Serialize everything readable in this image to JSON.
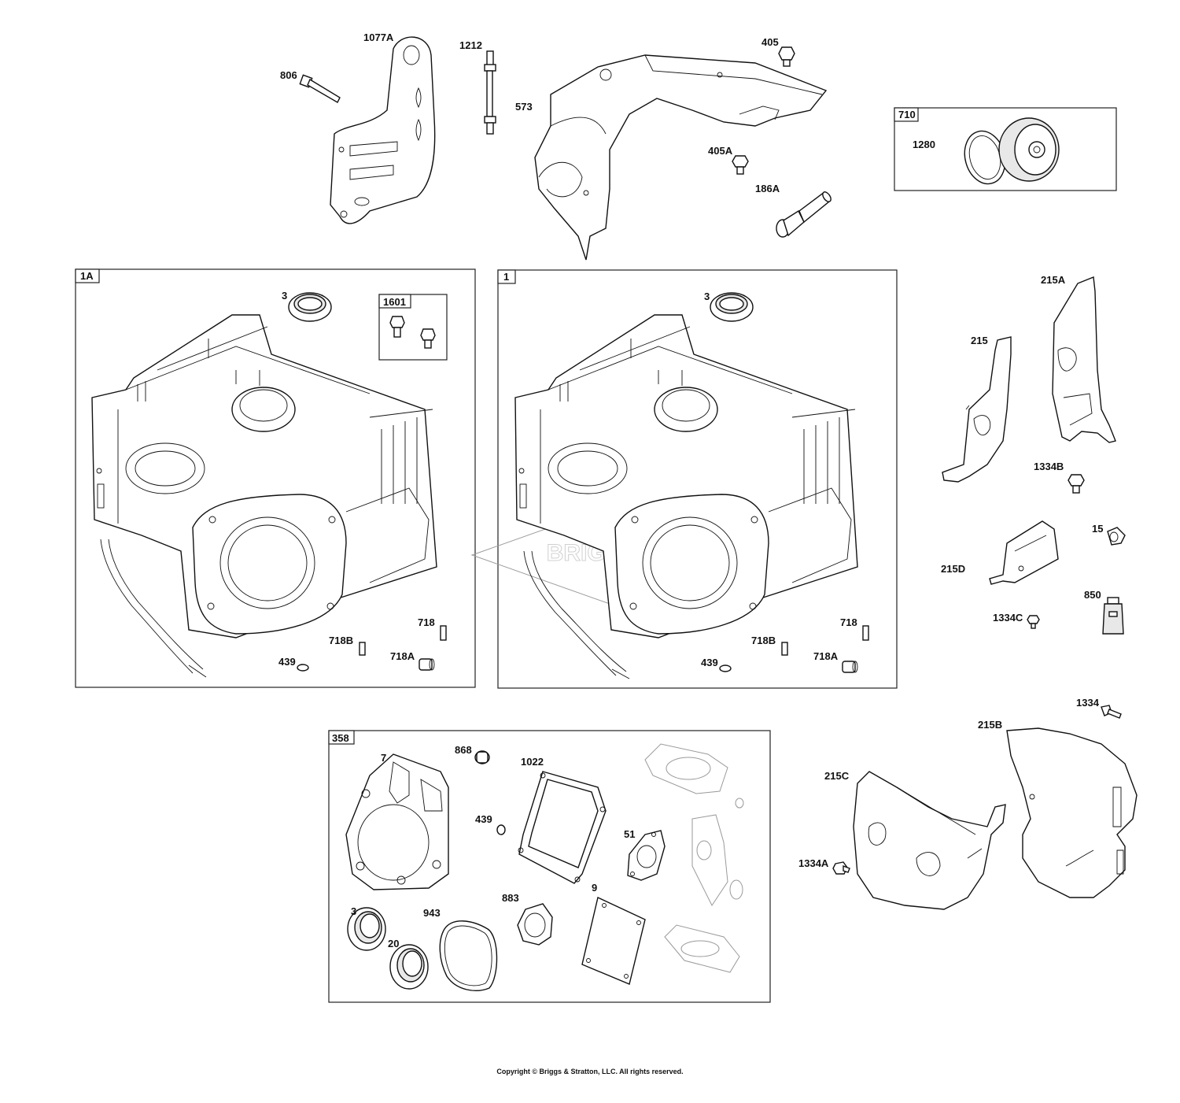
{
  "labels": {
    "p1077A": "1077A",
    "p806": "806",
    "p1212": "1212",
    "p573": "573",
    "p405": "405",
    "p405A": "405A",
    "p186A": "186A",
    "p710": "710",
    "p1280": "1280",
    "p1A": "1A",
    "p3_left": "3",
    "p1601": "1601",
    "p718_left": "718",
    "p718B_left": "718B",
    "p718A_left": "718A",
    "p439_left": "439",
    "p1": "1",
    "p3_right": "3",
    "p718_right": "718",
    "p718B_right": "718B",
    "p718A_right": "718A",
    "p439_right": "439",
    "p215A": "215A",
    "p215": "215",
    "p1334B": "1334B",
    "p15": "15",
    "p215D": "215D",
    "p850": "850",
    "p1334C": "1334C",
    "p1334": "1334",
    "p215B": "215B",
    "p215C": "215C",
    "p1334A": "1334A",
    "p358": "358",
    "p7": "7",
    "p868": "868",
    "p1022": "1022",
    "p439_kit": "439",
    "p51": "51",
    "p3_kit": "3",
    "p943": "943",
    "p883": "883",
    "p9": "9",
    "p20": "20"
  },
  "watermark": "BRIGGS&STRATTON",
  "copyright": "Copyright © Briggs & Stratton, LLC. All rights reserved."
}
